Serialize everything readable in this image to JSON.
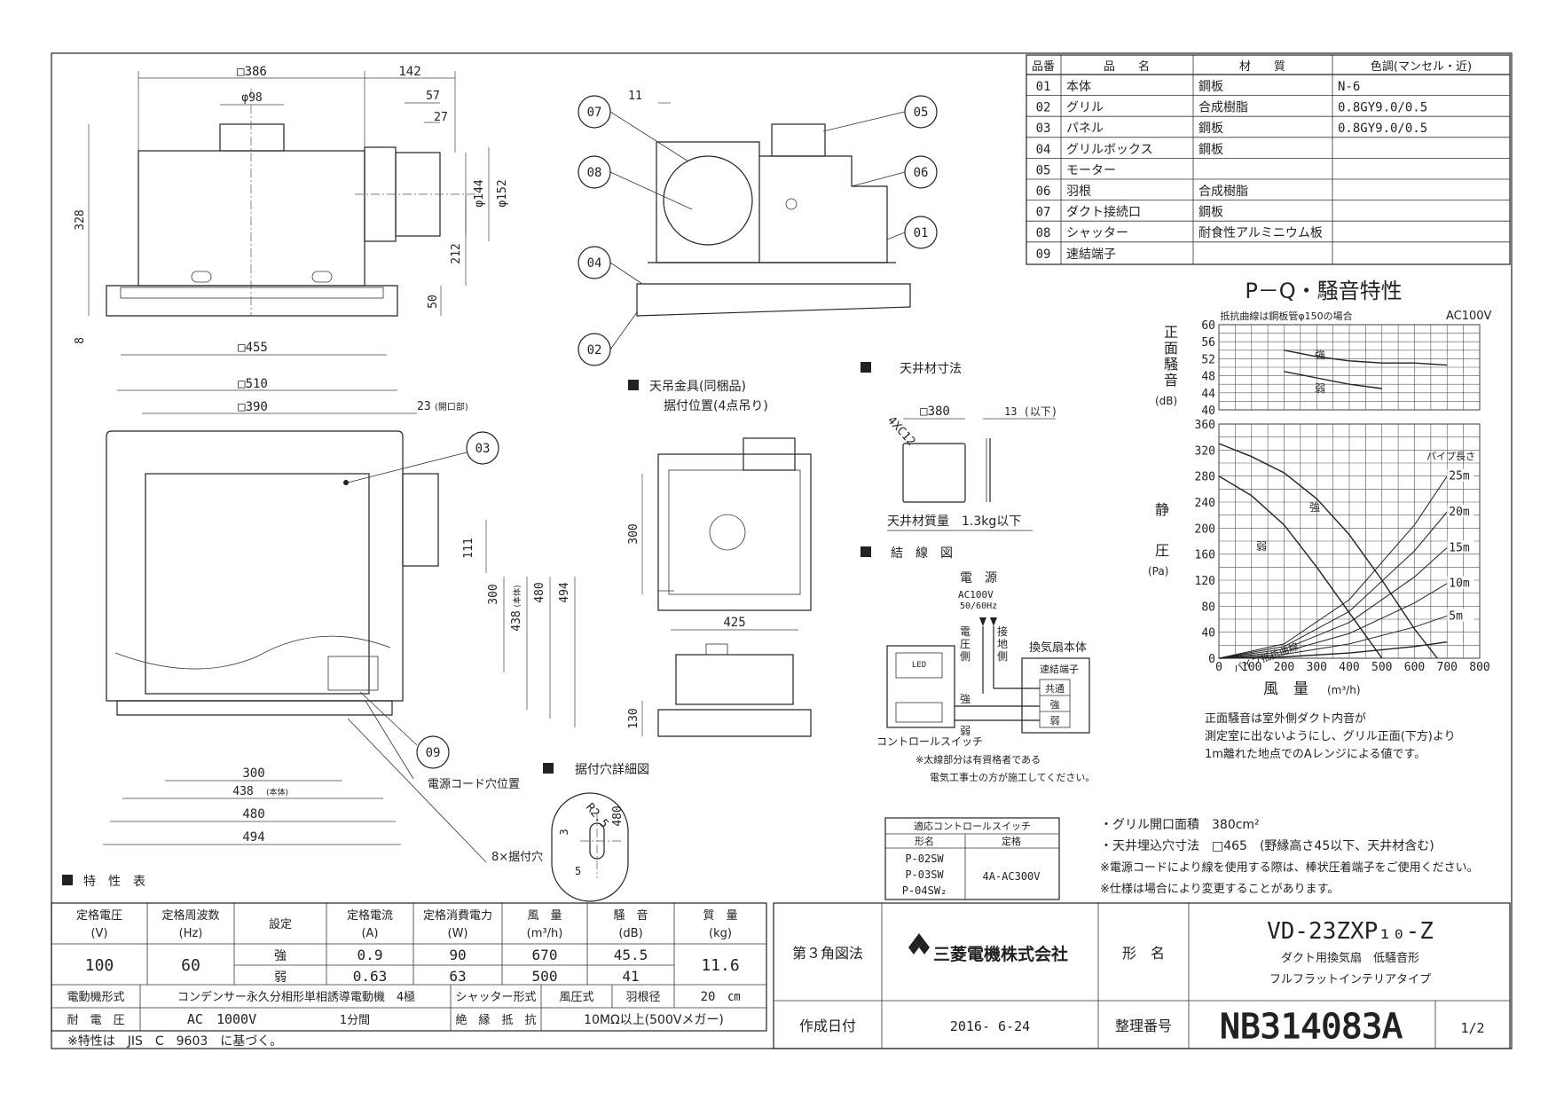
{
  "parts_table": {
    "headers": [
      "品番",
      "品　　名",
      "材　　質",
      "色調(マンセル・近)"
    ],
    "rows": [
      [
        "01",
        "本体",
        "鋼板",
        "N-6"
      ],
      [
        "02",
        "グリル",
        "合成樹脂",
        "0.8GY9.0/0.5"
      ],
      [
        "03",
        "パネル",
        "鋼板",
        "0.8GY9.0/0.5"
      ],
      [
        "04",
        "グリルボックス",
        "鋼板",
        ""
      ],
      [
        "05",
        "モーター",
        "",
        ""
      ],
      [
        "06",
        "羽根",
        "合成樹脂",
        ""
      ],
      [
        "07",
        "ダクト接続口",
        "鋼板",
        ""
      ],
      [
        "08",
        "シャッター",
        "耐食性アルミニウム板",
        ""
      ],
      [
        "09",
        "速結端子",
        "",
        ""
      ]
    ]
  },
  "front_view": {
    "dims": {
      "w386": "□386",
      "d142": "142",
      "d98": "φ98",
      "d57": "57",
      "d27": "27",
      "d328": "328",
      "d144": "φ144",
      "d152": "φ152",
      "d212": "212",
      "d50": "50",
      "d8": "8",
      "w455": "□455"
    }
  },
  "side_view": {
    "d11": "11",
    "callouts": [
      "07",
      "05",
      "08",
      "06",
      "01",
      "04",
      "02"
    ]
  },
  "bottom_view": {
    "dims": {
      "w510": "□510",
      "w390": "□390",
      "d23": "23",
      "d23_note": "(開口部)",
      "d111": "111",
      "d300v": "300",
      "d438v": "438",
      "d438v_note": "(本体)",
      "d480v": "480",
      "d494v": "494",
      "d300h": "300",
      "d438h": "438",
      "d438h_note": "(本体)",
      "d480h": "480",
      "d494h": "494"
    },
    "callouts": [
      "03",
      "09"
    ],
    "cord_label": "電源コード穴位置",
    "holes_label": "8×据付穴"
  },
  "hanger": {
    "title": "天吊金具(同梱品)",
    "subtitle": "据付位置(4点吊り)",
    "d300": "300",
    "d425": "425",
    "d130": "130"
  },
  "detail": {
    "title": "据付穴詳細図",
    "r": "R2.5",
    "d480": "480",
    "d3": "3",
    "d5": "5"
  },
  "ceiling": {
    "title": "天井材寸法",
    "d4xc12": "4XC12",
    "d380": "□380",
    "d13": "13 (以下)",
    "mass": "天井材質量　1.3kg以下"
  },
  "wiring": {
    "title": "結　線　図",
    "power": "電　源",
    "voltage": "AC100V",
    "freq": "50/60Hz",
    "v_side": [
      "電",
      "圧",
      "側"
    ],
    "g_side": [
      "接",
      "地",
      "側"
    ],
    "unit": "換気扇本体",
    "terminal": "速結端子",
    "terms": [
      "共通",
      "強",
      "弱"
    ],
    "led": "LED",
    "strong": "強",
    "weak": "弱",
    "switch": "コントロールスイッチ",
    "note1": "※太線部分は有資格者である",
    "note2": "電気工事士の方が施工してください。"
  },
  "switch_table": {
    "title": "適応コントロールスイッチ",
    "h1": "形名",
    "h2": "定格",
    "models": [
      "P-02SW",
      "P-03SW",
      "P-04SW₂"
    ],
    "rating": "4A-AC300V"
  },
  "chart_data": {
    "type": "line",
    "title": "P－Q・騒音特性",
    "note": "抵抗曲線は鋼板管φ150の場合",
    "supply": "AC100V",
    "noise": {
      "ylabel": "正面騒音",
      "yunit": "(dB)",
      "ylim": [
        40,
        60
      ],
      "yticks": [
        40,
        44,
        48,
        52,
        56,
        60
      ],
      "series": [
        {
          "name": "強",
          "x": [
            200,
            300,
            400,
            500,
            600,
            700
          ],
          "y": [
            54,
            52.5,
            51.5,
            51,
            51,
            50.5
          ]
        },
        {
          "name": "弱",
          "x": [
            200,
            300,
            400,
            500
          ],
          "y": [
            49,
            47.5,
            46,
            45
          ]
        }
      ]
    },
    "pq": {
      "xlabel": "風　量",
      "xunit": "(m³/h)",
      "ylabel": "静圧",
      "yunit": "(Pa)",
      "xlim": [
        0,
        800
      ],
      "ylim": [
        0,
        360
      ],
      "xticks": [
        0,
        100,
        200,
        300,
        400,
        500,
        600,
        700,
        800
      ],
      "yticks": [
        0,
        40,
        80,
        120,
        160,
        200,
        240,
        280,
        320,
        360
      ],
      "series": [
        {
          "name": "強",
          "x": [
            0,
            100,
            200,
            300,
            400,
            500,
            600,
            670
          ],
          "y": [
            330,
            310,
            285,
            245,
            190,
            120,
            45,
            0
          ]
        },
        {
          "name": "弱",
          "x": [
            0,
            100,
            200,
            300,
            400,
            500
          ],
          "y": [
            280,
            250,
            205,
            140,
            70,
            0
          ]
        },
        {
          "name": "パイプ抵抗曲線",
          "x": [
            0,
            200,
            400,
            600,
            700
          ],
          "y": [
            0,
            2,
            8,
            18,
            25
          ]
        }
      ],
      "pipe_label": "パイプ長さ",
      "pipe_lengths": [
        {
          "label": "25m",
          "x": [
            0,
            200,
            400,
            600,
            700
          ],
          "y": [
            0,
            22,
            90,
            205,
            280
          ]
        },
        {
          "label": "20m",
          "x": [
            0,
            200,
            400,
            600,
            700
          ],
          "y": [
            0,
            18,
            72,
            165,
            225
          ]
        },
        {
          "label": "15m",
          "x": [
            0,
            200,
            400,
            600,
            700
          ],
          "y": [
            0,
            14,
            55,
            125,
            170
          ]
        },
        {
          "label": "10m",
          "x": [
            0,
            200,
            400,
            600,
            700
          ],
          "y": [
            0,
            10,
            38,
            85,
            115
          ]
        },
        {
          "label": "5m",
          "x": [
            0,
            200,
            400,
            600,
            700
          ],
          "y": [
            0,
            6,
            22,
            48,
            65
          ]
        }
      ]
    }
  },
  "chart_note": [
    "正面騒音は室外側ダクト内音が",
    "測定室に出ないようにし、グリル正面(下方)より",
    "1m離れた地点でのAレンジによる値です。"
  ],
  "notes": [
    "・グリル開口面積　380cm²",
    "・天井埋込穴寸法　□465　(野縁高さ45以下、天井材含む)",
    "※電源コードにより線を使用する際は、棒状圧着端子をご使用ください。",
    "※仕様は場合により変更することがあります。"
  ],
  "spec": {
    "title": "特　性　表",
    "headers": [
      [
        "定格電圧",
        "(V)"
      ],
      [
        "定格周波数",
        "(Hz)"
      ],
      [
        "設定"
      ],
      [
        "定格電流",
        "(A)"
      ],
      [
        "定格消費電力",
        "(W)"
      ],
      [
        "風　量",
        "(m³/h)"
      ],
      [
        "騒　音",
        "(dB)"
      ],
      [
        "質　量",
        "(kg)"
      ]
    ],
    "voltage": "100",
    "frequency": "60",
    "rows": [
      {
        "setting": "強",
        "current": "0.9",
        "power": "90",
        "airflow": "670",
        "noise": "45.5"
      },
      {
        "setting": "弱",
        "current": "0.63",
        "power": "63",
        "airflow": "500",
        "noise": "41"
      }
    ],
    "mass": "11.6",
    "motor_label": "電動機形式",
    "motor": "コンデンサー永久分相形単相誘導電動機　4極",
    "shutter_label": "シャッター形式",
    "shutter": "風圧式",
    "blade_label": "羽根径",
    "blade": "20　㎝",
    "withstand_label": "耐　電　圧",
    "withstand": "AC　1000V",
    "withstand_time": "1分間",
    "insulation_label": "絶　縁　抵　抗",
    "insulation": "10MΩ以上(500Vメガー)",
    "footnote": "※特性は　JIS　C　9603　に基づく。"
  },
  "title_block": {
    "projection": "第３角図法",
    "company": "三菱電機株式会社",
    "model_label": "形　名",
    "model": "VD-23ZXP₁₀-Z",
    "desc1": "ダクト用換気扇　低騒音形",
    "desc2": "フルフラットインテリアタイプ",
    "date_label": "作成日付",
    "date": "2016- 6-24",
    "number_label": "整理番号",
    "number": "NB314083A",
    "page": "1/2"
  }
}
